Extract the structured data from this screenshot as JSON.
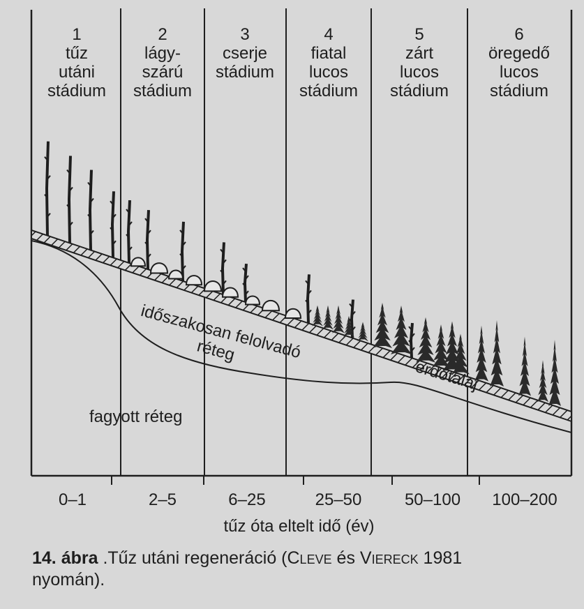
{
  "stages": [
    {
      "number": "1",
      "lines": [
        "tűz",
        "utáni",
        "stádium"
      ]
    },
    {
      "number": "2",
      "lines": [
        "lágy-",
        "szárú",
        "stádium"
      ]
    },
    {
      "number": "3",
      "lines": [
        "cserje",
        "stádium"
      ]
    },
    {
      "number": "4",
      "lines": [
        "fiatal",
        "lucos",
        "stádium"
      ]
    },
    {
      "number": "5",
      "lines": [
        "zárt",
        "lucos",
        "stádium"
      ]
    },
    {
      "number": "6",
      "lines": [
        "öregedő",
        "lucos",
        "stádium"
      ]
    }
  ],
  "x_ticks": [
    "0–1",
    "2–5",
    "6–25",
    "25–50",
    "50–100",
    "100–200"
  ],
  "x_axis_title": "tűz óta eltelt idő (év)",
  "layers": {
    "thaw": [
      "időszakosan felolvadó",
      "réteg"
    ],
    "frozen": "fagyott réteg",
    "forest_floor": "erdőtalaj"
  },
  "caption": {
    "figure_number": "14. ábra",
    "title": " .Tűz utáni regeneráció  (",
    "author1": "Cleve",
    "connector": " és ",
    "author2": "Viereck",
    "year": " 1981",
    "line2": "nyomán)."
  },
  "colors": {
    "paper": "#d8d8d8",
    "ink": "#1e1e1e"
  }
}
